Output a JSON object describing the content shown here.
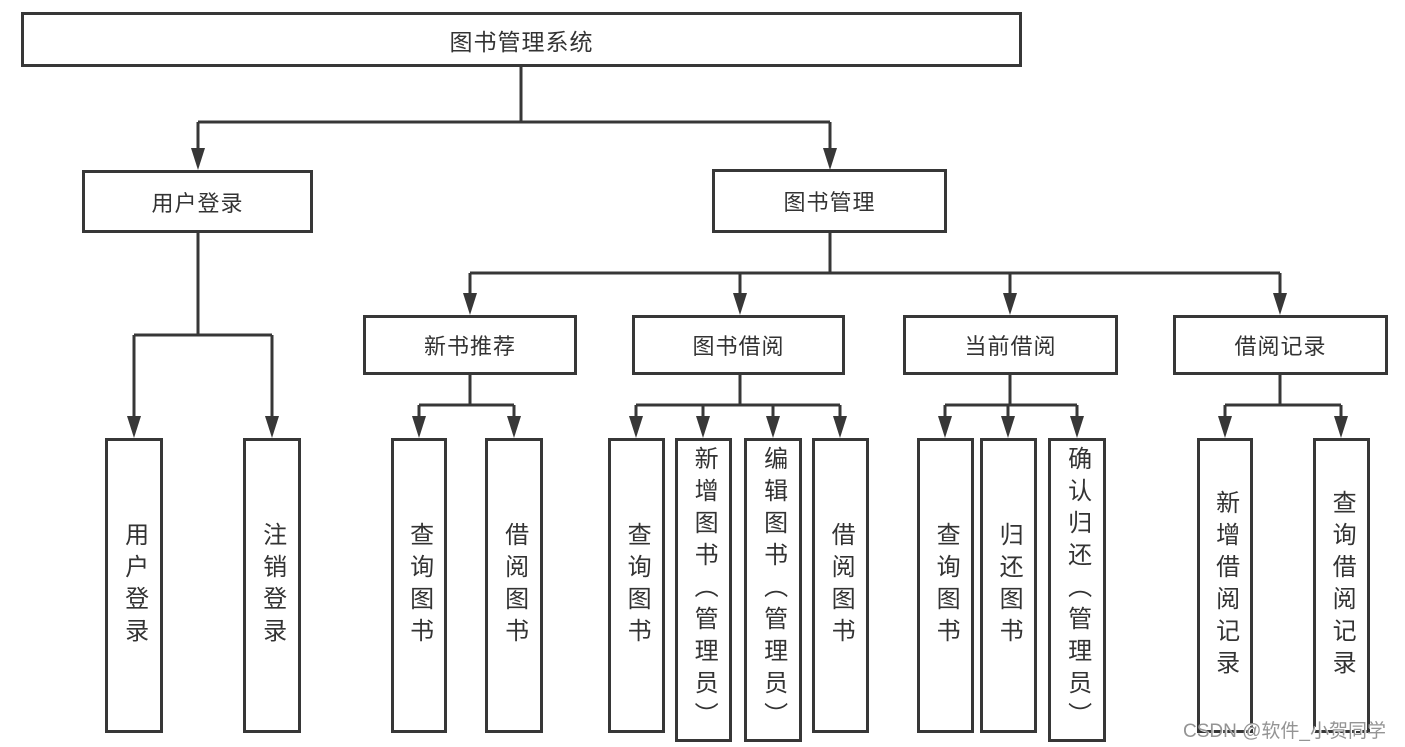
{
  "nodes": {
    "root": "图书管理系统",
    "login": "用户登录",
    "manage": "图书管理",
    "newbook": "新书推荐",
    "borrow": "图书借阅",
    "current": "当前借阅",
    "records": "借阅记录"
  },
  "leaves": {
    "login": [
      "用户登录",
      "注销登录"
    ],
    "newbook": [
      "查询图书",
      "借阅图书"
    ],
    "borrow": [
      "查询图书",
      "新增图书（管理员）",
      "编辑图书（管理员）",
      "借阅图书"
    ],
    "current": [
      "查询图书",
      "归还图书",
      "确认归还（管理员）"
    ],
    "records": [
      "新增借阅记录",
      "查询借阅记录"
    ]
  },
  "watermark": "CSDN @软件_小贺同学",
  "colors": {
    "line": "#373737",
    "text": "#333333",
    "box_fill": "#ffffff",
    "background": "#ffffff",
    "watermark": "#949494"
  }
}
